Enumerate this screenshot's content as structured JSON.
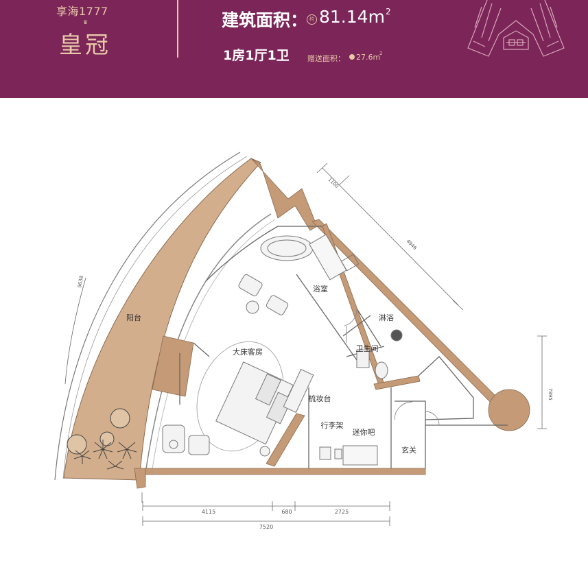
{
  "header": {
    "brand_subtitle": "享海1777",
    "brand_name": "皇冠",
    "area_label": "建筑面积：",
    "area_value": "81.14m",
    "area_unit_sup": "2",
    "area_icon": "约",
    "layout": "1房1厅1卫",
    "bonus_label": "赠送面积：",
    "bonus_value": "27.6m",
    "bonus_unit_sup": "2"
  },
  "rooms": {
    "balcony": "阳台",
    "bathroom": "浴室",
    "shower": "淋浴",
    "toilet": "卫生间",
    "bedroom": "大床客房",
    "dresser": "梳妆台",
    "luggage": "行李架",
    "minibar": "迷你吧",
    "entrance": "玄关"
  },
  "dimensions": {
    "top_short": "1100",
    "top_long": "4946",
    "left_arc": "9638",
    "right_side": "7895",
    "bottom_1": "4115",
    "bottom_2": "680",
    "bottom_3": "2725",
    "bottom_total": "7520"
  },
  "colors": {
    "banner": "#7b2558",
    "accent_gold": "#e8c9a8",
    "wall_tan": "#c49a77",
    "balcony_floor": "#d2ae8c"
  }
}
